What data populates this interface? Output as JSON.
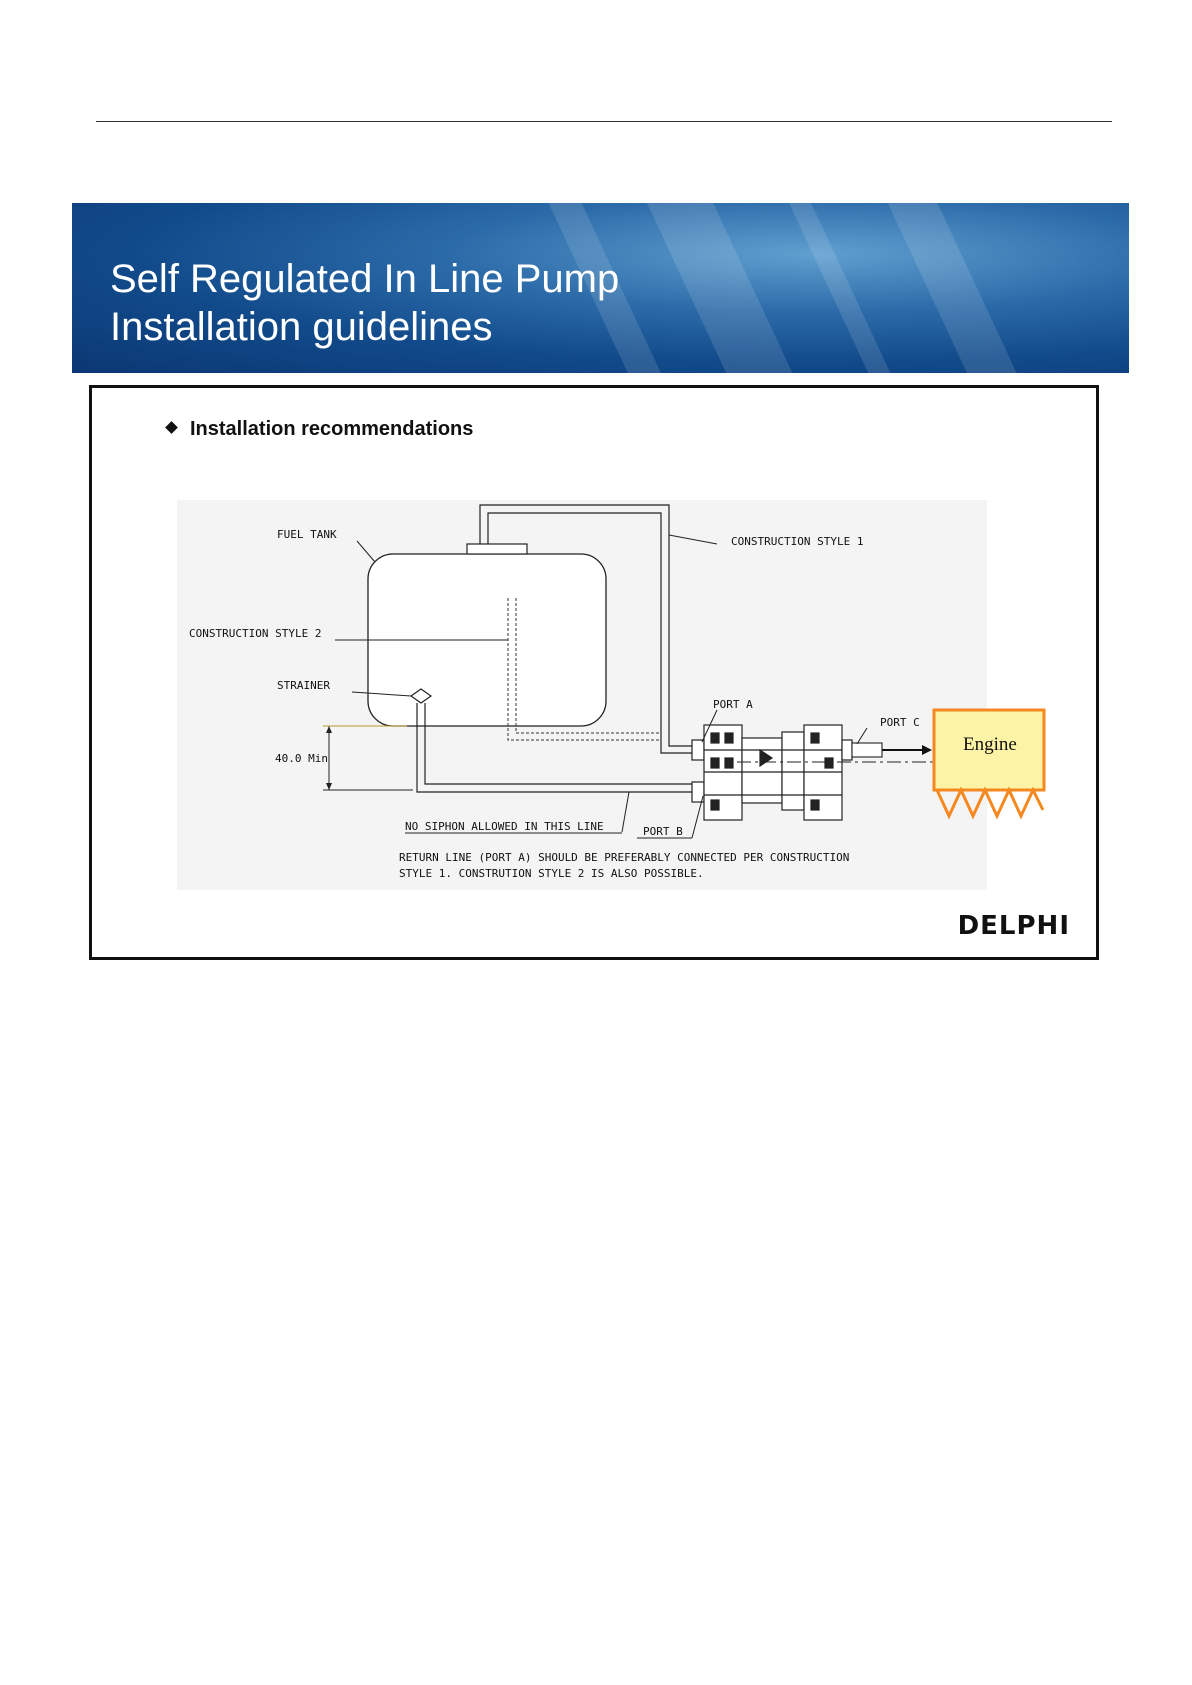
{
  "header": {
    "title_line1": "Self Regulated In Line Pump",
    "title_line2": "Installation guidelines"
  },
  "slide": {
    "bullet": "Installation recommendations",
    "logo": "DELPHI"
  },
  "diagram": {
    "labels": {
      "fuel_tank": "FUEL TANK",
      "construction_style_1": "CONSTRUCTION STYLE 1",
      "construction_style_2": "CONSTRUCTION STYLE 2",
      "strainer": "STRAINER",
      "min_height": "40.0 Min",
      "port_a": "PORT A",
      "port_b": "PORT B",
      "port_c": "PORT C",
      "no_siphon": "NO SIPHON ALLOWED IN THIS LINE",
      "note_line1": "RETURN LINE (PORT A) SHOULD BE PREFERABLY CONNECTED PER CONSTRUCTION",
      "note_line2": "STYLE 1. CONSTRUTION STYLE 2 IS ALSO POSSIBLE.",
      "engine": "Engine"
    },
    "colors": {
      "engine_fill": "#fdf3a6",
      "engine_border": "#f5891f"
    }
  }
}
